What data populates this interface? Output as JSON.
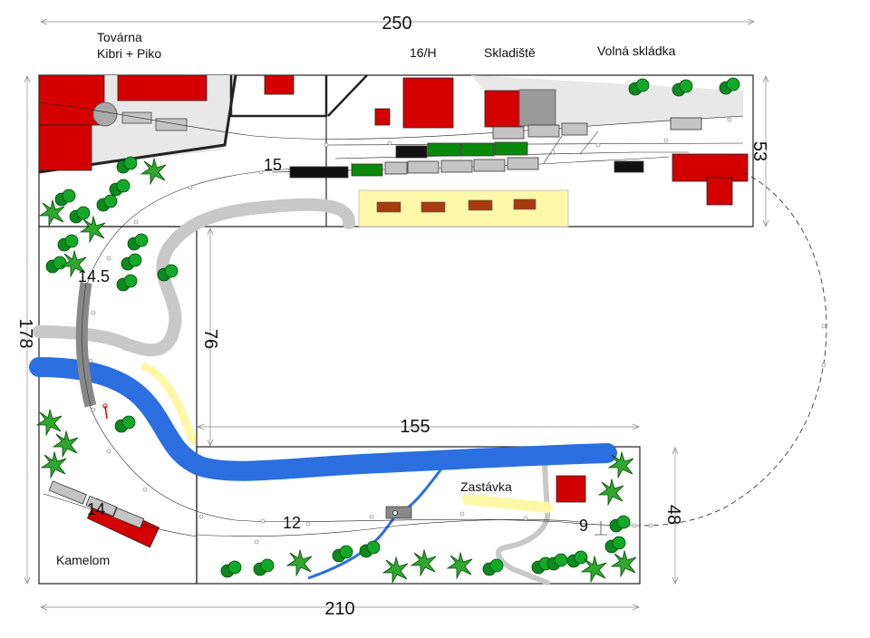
{
  "dimensions": {
    "top": "250",
    "bottom": "210",
    "left": "178",
    "right_top": "53",
    "right_bottom": "48",
    "inner_vertical": "76",
    "inner_horizontal": "155"
  },
  "places": {
    "factory_line1": "Továrna",
    "factory_line2": "Kibri + Piko",
    "building_16h": "16/H",
    "warehouse": "Skladiště",
    "open_storage": "Volná skládka",
    "halt": "Zastávka",
    "quarry": "Kamelom"
  },
  "track_radii": {
    "r15": "15",
    "r14_5": "14.5",
    "r14": "14",
    "r12": "12",
    "r9": "9"
  },
  "colors": {
    "building": "#d40000",
    "water": "#2b6fe0",
    "road": "#c8c8c8",
    "sand": "#fdf8a8",
    "wagon_green": "#0a8a0a",
    "wagon_black": "#111111",
    "wagon_grey": "#c4c4c4"
  }
}
